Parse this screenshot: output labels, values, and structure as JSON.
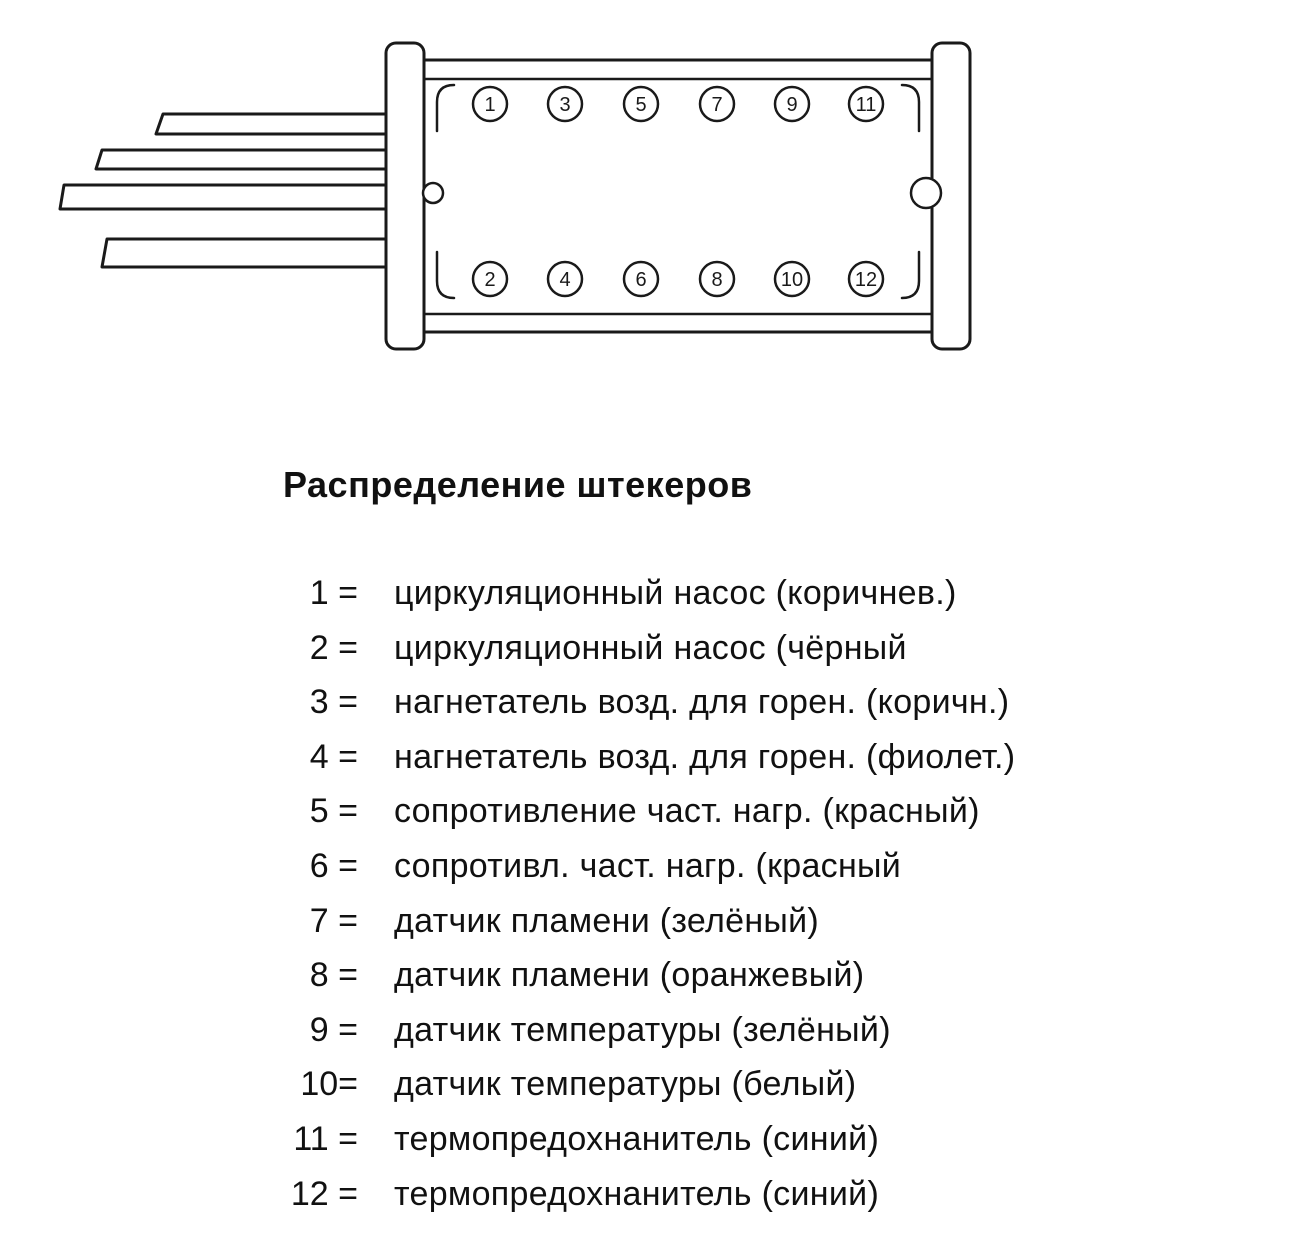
{
  "title": "Распределение штекеров",
  "connector": {
    "top_pins": [
      "1",
      "3",
      "5",
      "7",
      "9",
      "11"
    ],
    "bottom_pins": [
      "2",
      "4",
      "6",
      "8",
      "10",
      "12"
    ]
  },
  "legend": [
    {
      "label": "1 =",
      "desc": "циркуляционный насос (коричнев.)"
    },
    {
      "label": "2 =",
      "desc": "циркуляционный насос (чёрный"
    },
    {
      "label": "3 =",
      "desc": "нагнетатель возд. для горен. (коричн.)"
    },
    {
      "label": "4 =",
      "desc": "нагнетатель возд. для горен. (фиолет.)"
    },
    {
      "label": "5 =",
      "desc": "сопротивление част. нагр. (красный)"
    },
    {
      "label": "6 =",
      "desc": "сопротивл. част. нагр. (красный"
    },
    {
      "label": "7 =",
      "desc": "датчик пламени (зелёный)"
    },
    {
      "label": "8 =",
      "desc": "датчик пламени (оранжевый)"
    },
    {
      "label": "9 =",
      "desc": "датчик температуры (зелёный)"
    },
    {
      "label": "10=",
      "desc": "датчик температуры (белый)"
    },
    {
      "label": "11 =",
      "desc": "термопредохнанитель (синий)"
    },
    {
      "label": "12 =",
      "desc": "термопредохнанитель (синий)"
    }
  ]
}
